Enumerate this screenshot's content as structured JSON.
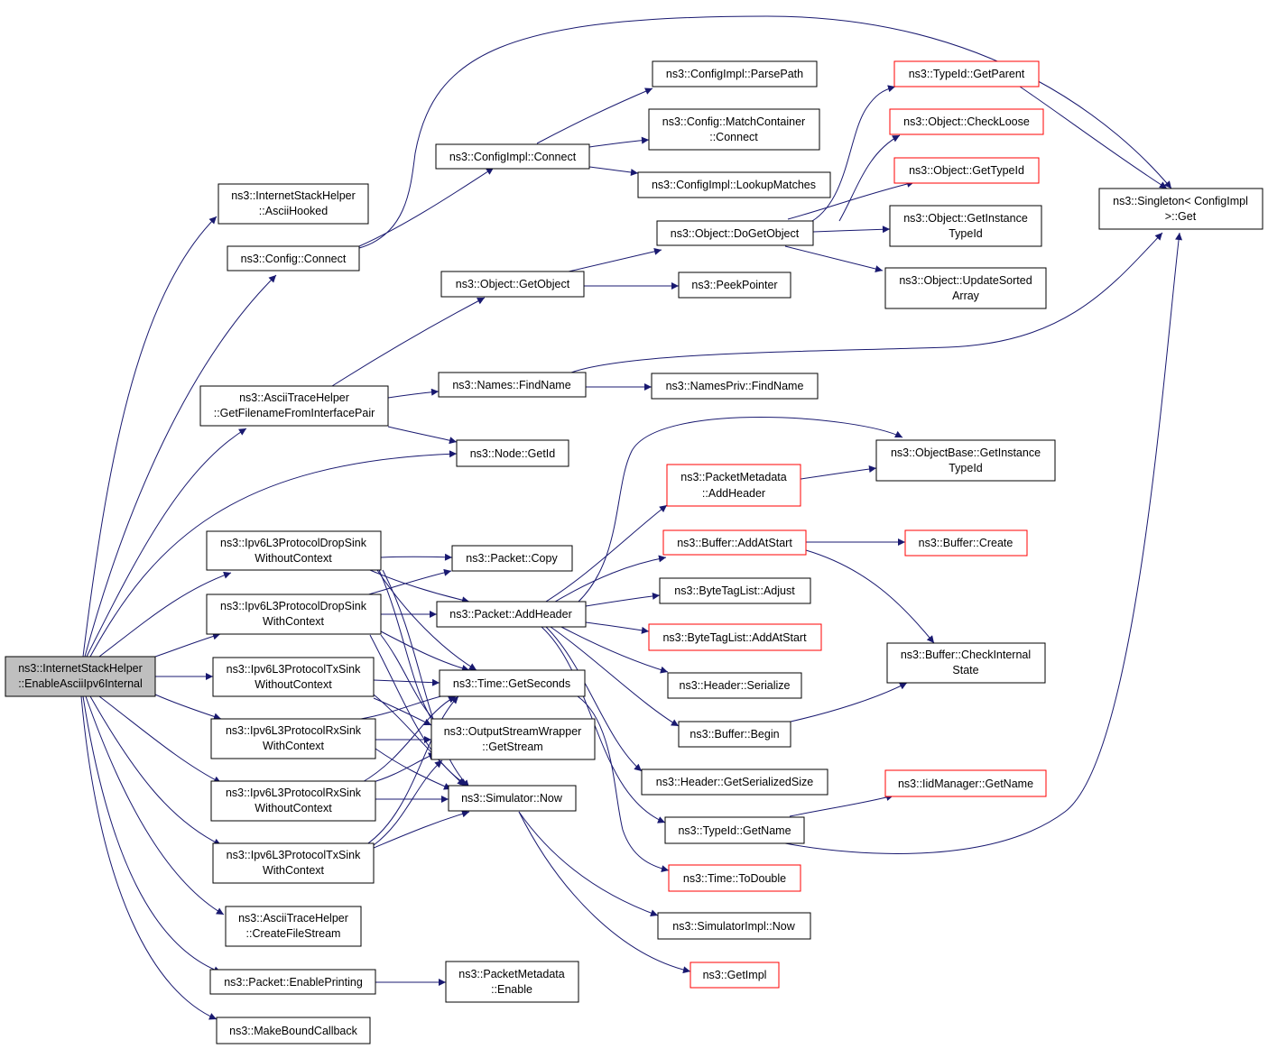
{
  "nodes": {
    "root": [
      "ns3::InternetStackHelper",
      "::EnableAsciiIpv6Internal"
    ],
    "ash_hooked": [
      "ns3::InternetStackHelper",
      "::AsciiHooked"
    ],
    "config_connect": [
      "ns3::Config::Connect"
    ],
    "ascii_getfn": [
      "ns3::AsciiTraceHelper",
      "::GetFilenameFromInterfacePair"
    ],
    "drop_wo": [
      "ns3::Ipv6L3ProtocolDropSink",
      "WithoutContext"
    ],
    "drop_w": [
      "ns3::Ipv6L3ProtocolDropSink",
      "WithContext"
    ],
    "tx_wo": [
      "ns3::Ipv6L3ProtocolTxSink",
      "WithoutContext"
    ],
    "rx_w": [
      "ns3::Ipv6L3ProtocolRxSink",
      "WithContext"
    ],
    "rx_wo": [
      "ns3::Ipv6L3ProtocolRxSink",
      "WithoutContext"
    ],
    "tx_w": [
      "ns3::Ipv6L3ProtocolTxSink",
      "WithContext"
    ],
    "create_fs": [
      "ns3::AsciiTraceHelper",
      "::CreateFileStream"
    ],
    "enable_printing": [
      "ns3::Packet::EnablePrinting"
    ],
    "make_bound": [
      "ns3::MakeBoundCallback"
    ],
    "configimpl_connect": [
      "ns3::ConfigImpl::Connect"
    ],
    "object_getobject": [
      "ns3::Object::GetObject"
    ],
    "names_findname": [
      "ns3::Names::FindName"
    ],
    "node_getid": [
      "ns3::Node::GetId"
    ],
    "packet_copy": [
      "ns3::Packet::Copy"
    ],
    "packet_addheader": [
      "ns3::Packet::AddHeader"
    ],
    "time_getseconds": [
      "ns3::Time::GetSeconds"
    ],
    "osw_getstream": [
      "ns3::OutputStreamWrapper",
      "::GetStream"
    ],
    "sim_now": [
      "ns3::Simulator::Now"
    ],
    "pmd_enable": [
      "ns3::PacketMetadata",
      "::Enable"
    ],
    "configimpl_parsepath": [
      "ns3::ConfigImpl::ParsePath"
    ],
    "config_mc_connect": [
      "ns3::Config::MatchContainer",
      "::Connect"
    ],
    "configimpl_lookup": [
      "ns3::ConfigImpl::LookupMatches"
    ],
    "object_dogetobject": [
      "ns3::Object::DoGetObject"
    ],
    "peekpointer": [
      "ns3::PeekPointer"
    ],
    "namespriv_findname": [
      "ns3::NamesPriv::FindName"
    ],
    "pmd_addheader": [
      "ns3::PacketMetadata",
      "::AddHeader"
    ],
    "buffer_addatstart": [
      "ns3::Buffer::AddAtStart"
    ],
    "btl_adjust": [
      "ns3::ByteTagList::Adjust"
    ],
    "btl_addatstart": [
      "ns3::ByteTagList::AddAtStart"
    ],
    "header_serialize": [
      "ns3::Header::Serialize"
    ],
    "buffer_begin": [
      "ns3::Buffer::Begin"
    ],
    "header_getsersize": [
      "ns3::Header::GetSerializedSize"
    ],
    "typeid_getname": [
      "ns3::TypeId::GetName"
    ],
    "time_todouble": [
      "ns3::Time::ToDouble"
    ],
    "simimpl_now": [
      "ns3::SimulatorImpl::Now"
    ],
    "getimpl": [
      "ns3::GetImpl"
    ],
    "typeid_getparent": [
      "ns3::TypeId::GetParent"
    ],
    "object_checkloose": [
      "ns3::Object::CheckLoose"
    ],
    "object_gettypeid": [
      "ns3::Object::GetTypeId"
    ],
    "object_getinsttid": [
      "ns3::Object::GetInstance",
      "TypeId"
    ],
    "object_updatesorted": [
      "ns3::Object::UpdateSorted",
      "Array"
    ],
    "objbase_getinsttid": [
      "ns3::ObjectBase::GetInstance",
      "TypeId"
    ],
    "buffer_create": [
      "ns3::Buffer::Create"
    ],
    "buffer_checkinternal": [
      "ns3::Buffer::CheckInternal",
      "State"
    ],
    "iidmanager_getname": [
      "ns3::IidManager::GetName"
    ],
    "singleton_get": [
      "ns3::Singleton< ConfigImpl",
      ">::Get"
    ]
  },
  "colors": {
    "edge": "#191970",
    "node_border": "#000000",
    "incomplete_node_border": "#ff0000",
    "root_fill": "#bfbfbf"
  }
}
